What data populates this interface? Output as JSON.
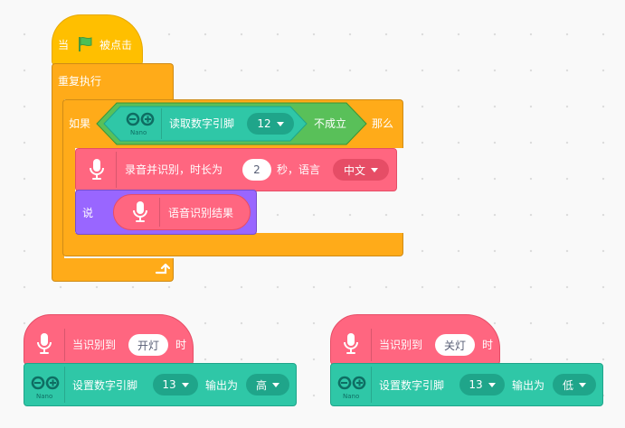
{
  "script1": {
    "when_flag_prefix": "当",
    "when_flag_suffix": "被点击",
    "forever_label": "重复执行",
    "if_label": "如果",
    "then_label": "那么",
    "read_pin_label": "读取数字引脚",
    "read_pin_value": "12",
    "not_label": "不成立",
    "record_label": "录音并识别，时长为",
    "record_seconds": "2",
    "record_seconds_unit": "秒，语言",
    "record_language": "中文",
    "say_label": "说",
    "speech_result_label": "语音识别结果",
    "nano_label": "Nano"
  },
  "script2": {
    "hat_prefix": "当识别到",
    "hat_value": "开灯",
    "hat_suffix": "时",
    "set_pin_label": "设置数字引脚",
    "set_pin_value": "13",
    "output_label": "输出为",
    "output_value": "高",
    "nano_label": "Nano"
  },
  "script3": {
    "hat_prefix": "当识别到",
    "hat_value": "关灯",
    "hat_suffix": "时",
    "set_pin_label": "设置数字引脚",
    "set_pin_value": "13",
    "output_label": "输出为",
    "output_value": "低",
    "nano_label": "Nano"
  },
  "colors": {
    "events": "#FFBF00",
    "control": "#FFAB19",
    "operators": "#59C059",
    "extension": "#2FC7A7",
    "speech": "#FF6680",
    "looks": "#9966FF",
    "background": "#F9F9F9"
  },
  "icons": [
    "green-flag-icon",
    "arduino-nano-icon",
    "microphone-icon",
    "loop-arrow-icon",
    "dropdown-caret-icon"
  ]
}
